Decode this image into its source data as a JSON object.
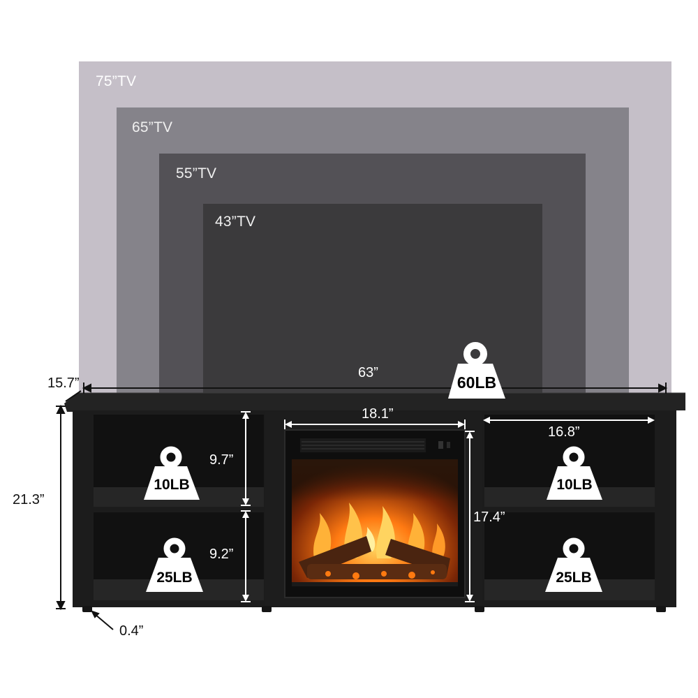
{
  "tv_sizes": [
    {
      "label": "75”TV",
      "color": "#c5bfc8"
    },
    {
      "label": "65”TV",
      "color": "#85838a"
    },
    {
      "label": "55”TV",
      "color": "#535156"
    },
    {
      "label": "43”TV",
      "color": "#3b3a3c"
    }
  ],
  "dimensions": {
    "overall_width": "63”",
    "depth": "15.7”",
    "height": "21.3”",
    "foot_height": "0.4”",
    "fireplace_width": "18.1”",
    "fireplace_height": "17.4”",
    "shelf_width": "16.8”",
    "upper_shelf_height": "9.7”",
    "lower_shelf_height": "9.2”"
  },
  "weights": {
    "top": "60LB",
    "left_upper": "10LB",
    "left_lower": "25LB",
    "right_upper": "10LB",
    "right_lower": "25LB"
  },
  "colors": {
    "cabinet": "#1c1c1c",
    "cabinet_inner": "#121212",
    "flame": "#ff8a1e"
  }
}
